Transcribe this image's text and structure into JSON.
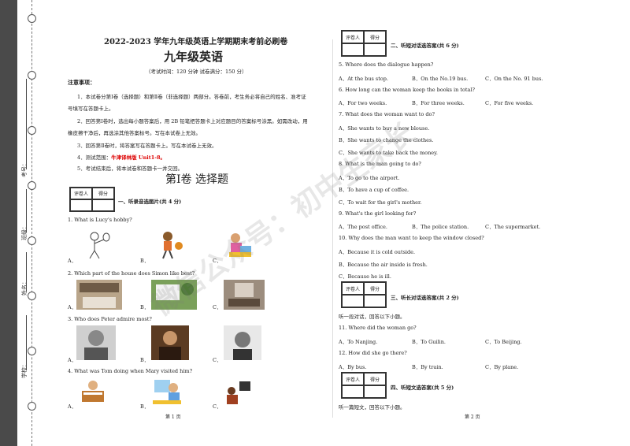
{
  "sidebar": {
    "labels": [
      "学校：",
      "姓名：",
      "班级：",
      "考号："
    ]
  },
  "left": {
    "title1": "2022-2023 学年九年级英语上学期期末考前必刷卷",
    "title2": "九年级英语",
    "subtitle": "（考试时间：120 分钟   试卷满分：150 分）",
    "notes_heading": "注意事项：",
    "notes": [
      "1．本试卷分第Ⅰ卷（选择题）和第Ⅱ卷（非选择题）两部分。答卷前，考生务必将自己的姓名、准考证",
      "号填写在答题卡上。",
      "2．回答第Ⅰ卷时，选出每小题答案后，用 2B 铅笔把答题卡上对应题目的答案标号涂黑。如需改动，用",
      "橡皮擦干净后，再选涂其他答案标号。写在本试卷上无效。",
      "3．回答第Ⅱ卷时，将答案写在答题卡上。写在本试卷上无效。"
    ],
    "note4_prefix": "4．测试范围：",
    "note4_red": "牛津译林版 Unit1-8。",
    "note5": "5．考试结束后，将本试卷和答题卡一并交回。",
    "section_title": "第Ⅰ卷  选择题",
    "score_labels": [
      "评卷人",
      "得分"
    ],
    "part1": "一、听录音选图片(共 4 分)",
    "questions": [
      {
        "q": "1.  What is Lucy's hobby?",
        "opts": [
          "A．",
          "B．",
          "C．"
        ]
      },
      {
        "q": "2.  Which part of the house does Simon like best?",
        "opts": [
          "A．",
          "B．",
          "C．"
        ]
      },
      {
        "q": "3.  Who does Peter admire most?",
        "opts": [
          "A．",
          "B．",
          "C．"
        ]
      },
      {
        "q": "4.  What was Tom doing when Mary visited him?",
        "opts": [
          "A．",
          "B．",
          "C．"
        ]
      }
    ],
    "footer": "第 1 页"
  },
  "right": {
    "part2": "二、听短对话选答案(共 6 分)",
    "questions": [
      {
        "q": "5.  Where does the dialogue happen?",
        "a": "A．At the bus stop.",
        "b": "B．On the No.19 bus.",
        "c": "C．On the No. 91 bus."
      },
      {
        "q": "6.  How long can the woman keep the books in total?",
        "a": "A．For two weeks.",
        "b": "B．For three weeks.",
        "c": "C．For five weeks."
      },
      {
        "q": "7.  What does the woman want to do?",
        "list": [
          "A．She wants to buy a new blouse.",
          "B．She wants to change the clothes.",
          "C．She wants to take back the money."
        ]
      },
      {
        "q": "8.  What is the man going to do?",
        "list": [
          "A．To go to the airport.",
          "B．To have a cup of coffee.",
          "C．To wait for the girl's mother."
        ]
      },
      {
        "q": "9.  What's the girl looking for?",
        "a": "A．The post office.",
        "b": "B．The police station.",
        "c": "C．The supermarket."
      },
      {
        "q": "10.  Why does the man want to keep the window closed?",
        "list": [
          "A．Because it is cold outside.",
          "B．Because the air inside is fresh.",
          "C．Because he is ill."
        ]
      }
    ],
    "part3": "三、听长对话选答案(共 2 分)",
    "part3_intro": "听一段对话，回答以下小题。",
    "q11": {
      "q": "11.  Where did the woman go?",
      "a": "A．To Nanjing.",
      "b": "B．To Guilin.",
      "c": "C．To Beijing."
    },
    "q12": {
      "q": "12.  How did she go there?",
      "a": "A．By bus.",
      "b": "B．By train.",
      "c": "C．By plane."
    },
    "part4": "四、听短文选答案(共 5 分)",
    "part4_intro": "听一篇短文，回答以下小题。",
    "footer": "第 2 页"
  },
  "watermark": "微信公众号：初中生家长"
}
